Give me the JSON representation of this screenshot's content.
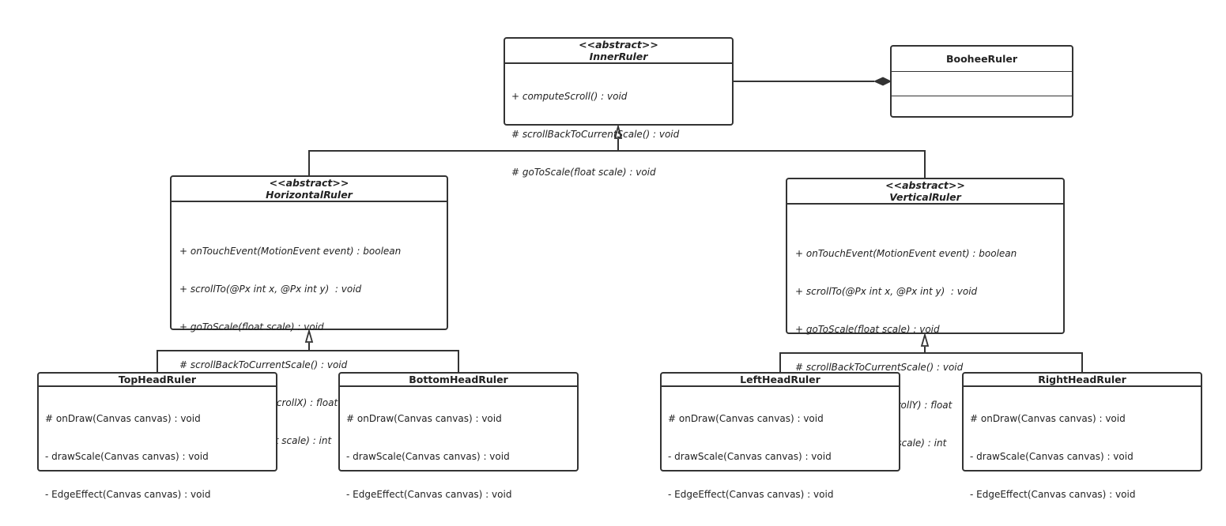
{
  "classes": {
    "inner": {
      "stereotype": "<<abstract>>",
      "name": "InnerRuler",
      "operations": [
        "+ computeScroll() : void",
        "# scrollBackToCurrentScale() : void",
        "# goToScale(float scale) : void"
      ]
    },
    "boohee": {
      "name": "BooheeRuler"
    },
    "horizontal": {
      "stereotype": "<<abstract>>",
      "name": "HorizontalRuler",
      "operations": [
        "+ onTouchEvent(MotionEvent event) : boolean",
        "+ scrollTo(@Px int x, @Px int y)  : void",
        "+ goToScale(float scale) : void",
        "# scrollBackToCurrentScale() : void",
        "- scrollXtoScale(int scrollX) : float",
        "- scaleToScrollX(float scale) : int"
      ]
    },
    "vertical": {
      "stereotype": "<<abstract>>",
      "name": "VerticalRuler",
      "operations": [
        "+ onTouchEvent(MotionEvent event) : boolean",
        "+ scrollTo(@Px int x, @Px int y)  : void",
        "+ goToScale(float scale) : void",
        "# scrollBackToCurrentScale() : void",
        "- scrollYtoScale(int scrollY) : float",
        "- scaleToScrollY(float scale) : int"
      ]
    },
    "top": {
      "name": "TopHeadRuler",
      "operations": [
        "# onDraw(Canvas canvas) : void",
        "- drawScale(Canvas canvas) : void",
        "- EdgeEffect(Canvas canvas) : void"
      ]
    },
    "bottom": {
      "name": "BottomHeadRuler",
      "operations": [
        "# onDraw(Canvas canvas) : void",
        "- drawScale(Canvas canvas) : void",
        "- EdgeEffect(Canvas canvas) : void"
      ]
    },
    "left": {
      "name": "LeftHeadRuler",
      "operations": [
        "# onDraw(Canvas canvas) : void",
        "- drawScale(Canvas canvas) : void",
        "- EdgeEffect(Canvas canvas) : void"
      ]
    },
    "right": {
      "name": "RightHeadRuler",
      "operations": [
        "# onDraw(Canvas canvas) : void",
        "- drawScale(Canvas canvas) : void",
        "- EdgeEffect(Canvas canvas) : void"
      ]
    }
  },
  "relations": [
    {
      "type": "inheritance",
      "from": "HorizontalRuler",
      "to": "InnerRuler"
    },
    {
      "type": "inheritance",
      "from": "VerticalRuler",
      "to": "InnerRuler"
    },
    {
      "type": "inheritance",
      "from": "TopHeadRuler",
      "to": "HorizontalRuler"
    },
    {
      "type": "inheritance",
      "from": "BottomHeadRuler",
      "to": "HorizontalRuler"
    },
    {
      "type": "inheritance",
      "from": "LeftHeadRuler",
      "to": "VerticalRuler"
    },
    {
      "type": "inheritance",
      "from": "RightHeadRuler",
      "to": "VerticalRuler"
    },
    {
      "type": "composition",
      "from": "InnerRuler",
      "to": "BooheeRuler"
    }
  ]
}
